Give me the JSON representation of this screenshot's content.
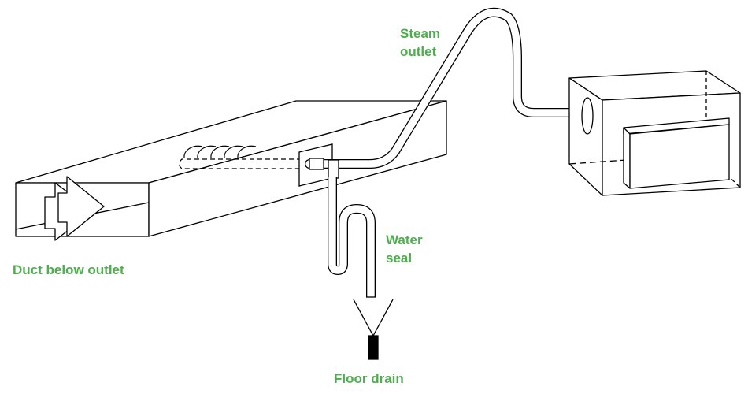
{
  "labels": {
    "steam_outlet_line1": "Steam",
    "steam_outlet_line2": "outlet",
    "water_seal_line1": "Water",
    "water_seal_line2": "seal",
    "duct_below_outlet": "Duct below outlet",
    "floor_drain": "Floor drain"
  },
  "colors": {
    "label": "#4cae4c",
    "line": "#000000",
    "background": "#ffffff"
  }
}
